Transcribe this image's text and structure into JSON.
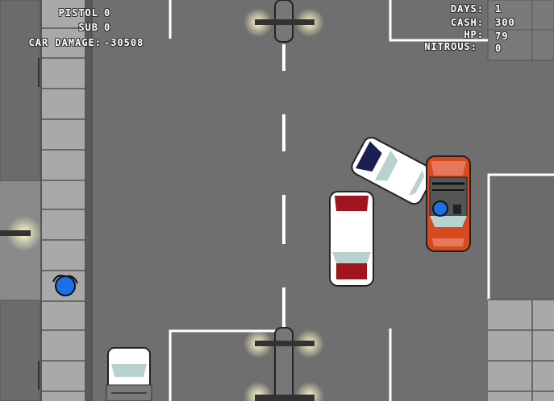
{
  "hud_left": {
    "pistol_label": "PISTOL",
    "pistol_value": "0",
    "sub_label": "SUB",
    "sub_value": "0",
    "car_damage_label": "CAR DAMAGE:",
    "car_damage_value": "-30508"
  },
  "hud_right": {
    "days_label": "DAYS:",
    "days_value": "1",
    "cash_label": "CASH:",
    "cash_value": "300",
    "hp_label": "HP:",
    "hp_value": "79",
    "nitrous_label": "NITROUS:",
    "nitrous_value": "0"
  },
  "colors": {
    "road": "#6f6f6f",
    "sidewalk": "#8c8c8c",
    "tile": "#a7a7a7",
    "lane_marking": "#ffffff",
    "red_car": "#d64a1e",
    "player": "#1b6fe8"
  }
}
